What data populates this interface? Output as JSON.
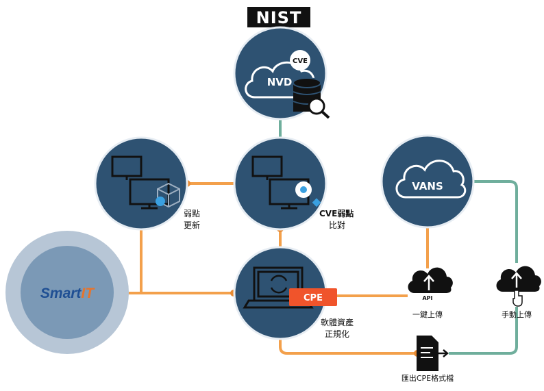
{
  "logo": {
    "text": "NIST"
  },
  "nodes": {
    "nvd": {
      "label": "NVD",
      "badge": "CVE"
    },
    "weakness_update": {
      "line1": "弱點",
      "line2": "更新"
    },
    "cve_compare": {
      "line1": "CVE弱點",
      "line2": "比對"
    },
    "vans": {
      "label": "VANS"
    },
    "smartit": {
      "text_main": "Smart",
      "text_accent": "IT"
    },
    "normalize": {
      "line1": "軟體資產",
      "line2": "正規化",
      "tag": "CPE"
    },
    "api": {
      "badge": "API",
      "label": "一鍵上傳"
    },
    "manual": {
      "label": "手動上傳"
    },
    "export": {
      "label": "匯出CPE格式檔"
    }
  },
  "colors": {
    "circle": "#2e5272",
    "circle_stroke": "#e7edf3",
    "smartit_outer": "#b7c6d6",
    "smartit_inner": "#7b99b6",
    "smartit_text": "#1f4f93",
    "smartit_accent": "#e8742a",
    "orange": "#f3a04b",
    "teal": "#6fae9c",
    "cpe_tag": "#f0542b"
  }
}
